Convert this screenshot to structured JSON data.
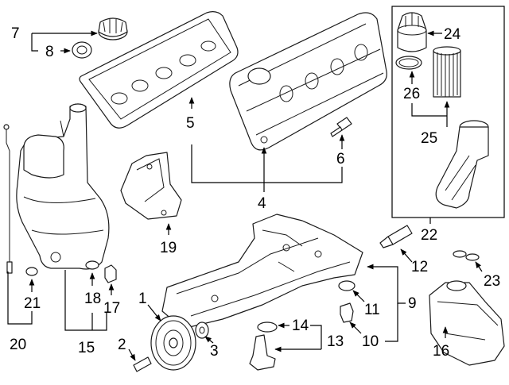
{
  "diagram": {
    "callouts": [
      "1",
      "2",
      "3",
      "4",
      "5",
      "6",
      "7",
      "8",
      "9",
      "10",
      "11",
      "12",
      "13",
      "14",
      "15",
      "16",
      "17",
      "18",
      "19",
      "20",
      "21",
      "22",
      "23",
      "24",
      "25",
      "26"
    ]
  },
  "icons": {
    "arrow": "arrowhead",
    "parts": [
      "oil-fill-cap",
      "cap-seal",
      "valve-cover-gasket",
      "valve-cover-left",
      "valve-cover-right",
      "cover-bolt",
      "oil-filter-cap",
      "filter-cap-oring",
      "oil-filter-element",
      "oil-filter-housing",
      "dipstick",
      "dipstick-oring",
      "oil-reservoir",
      "reservoir-bracket",
      "reservoir-oring",
      "reservoir-plug",
      "oil-pan-upper",
      "sealant-tube",
      "drain-plug",
      "drain-plug-seal",
      "oil-level-sensor",
      "sensor-oring",
      "harmonic-balancer",
      "balancer-bolt",
      "balancer-washer",
      "oil-separator",
      "separator-orings"
    ]
  }
}
